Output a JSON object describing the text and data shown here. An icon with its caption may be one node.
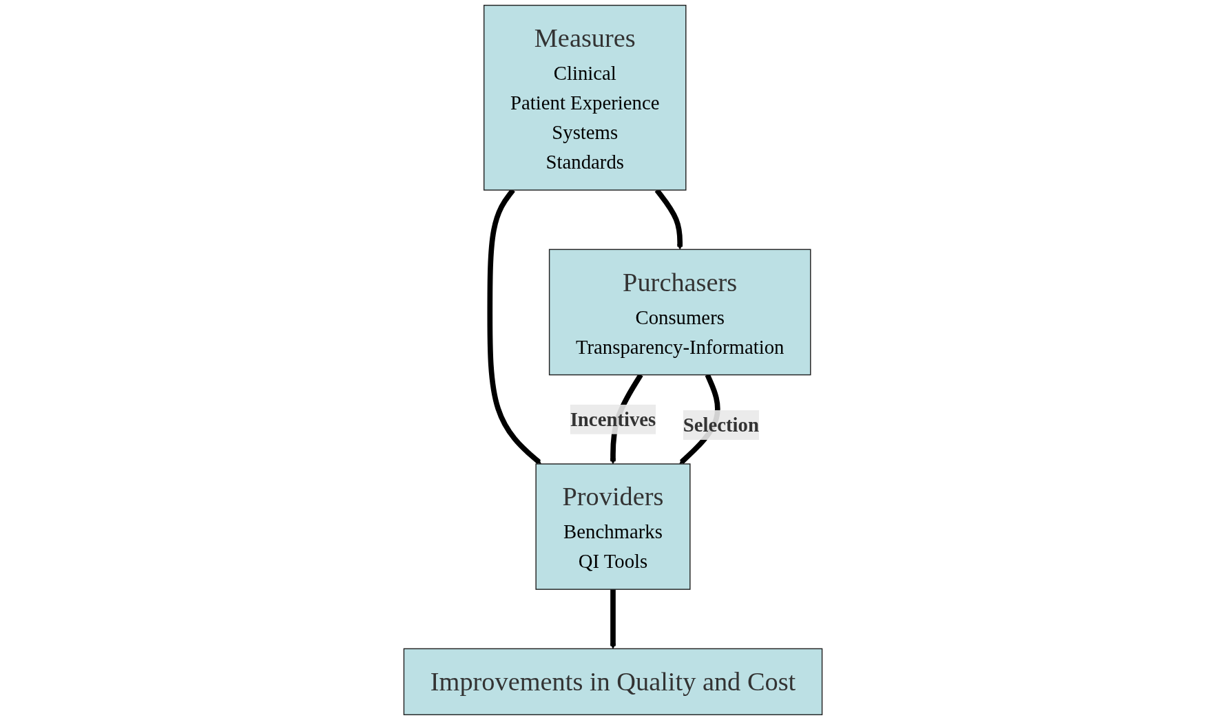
{
  "diagram": {
    "nodes": [
      {
        "text": [
          "Measures",
          "Clinical",
          "Patient Experience",
          "Systems",
          "Standards"
        ]
      },
      {
        "text": [
          "Providers",
          "Benchmarks",
          "QI Tools"
        ]
      },
      {
        "text": [
          "Purchasers",
          "Consumers",
          "Transparency-Information"
        ]
      },
      {
        "text": [
          "Improvements in Quality and Cost"
        ]
      }
    ],
    "edges": [
      {
        "from": 0,
        "to": 1,
        "arrow": "to"
      },
      {
        "from": 0,
        "to": 2,
        "arrow": "to"
      },
      {
        "from": 2,
        "to": 1,
        "arrow": "to",
        "label": "Incentives"
      },
      {
        "from": 2,
        "to": 1,
        "arrow": "to",
        "label": "Selection"
      },
      {
        "from": 1,
        "to": 3,
        "arrow": "to"
      }
    ]
  }
}
